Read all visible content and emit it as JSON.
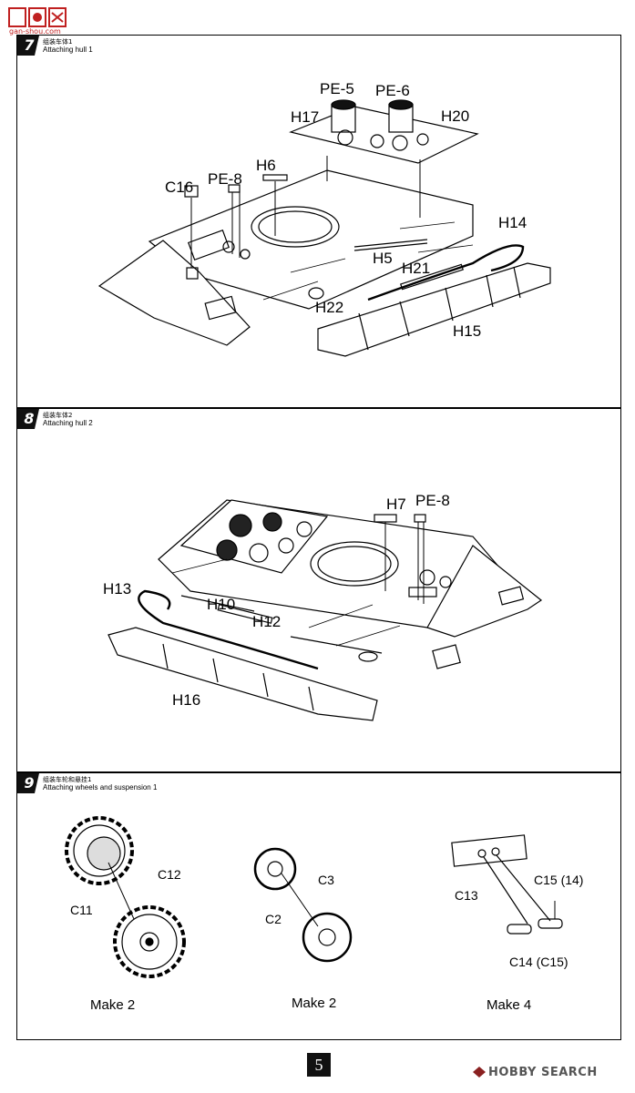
{
  "watermark": {
    "site": "gan-shou.com"
  },
  "steps": [
    {
      "number": "7",
      "title_cn": "组装车体1",
      "title_en": "Attaching hull 1",
      "labels": {
        "pe5": "PE-5",
        "pe6": "PE-6",
        "h17": "H17",
        "h20": "H20",
        "h6": "H6",
        "pe8": "PE-8",
        "c16": "C16",
        "h14": "H14",
        "h5": "H5",
        "h21": "H21",
        "h22": "H22",
        "h15": "H15"
      }
    },
    {
      "number": "8",
      "title_cn": "组装车体2",
      "title_en": "Attaching hull 2",
      "labels": {
        "h7": "H7",
        "pe8": "PE-8",
        "h13": "H13",
        "h10": "H10",
        "h12": "H12",
        "h16": "H16"
      }
    },
    {
      "number": "9",
      "title_cn": "组装车轮和悬挂1",
      "title_en": "Attaching wheels and suspension 1",
      "labels": {
        "c11": "C11",
        "c12": "C12",
        "c2": "C2",
        "c3": "C3",
        "c13": "C13",
        "c15": "C15 (14)",
        "c14": "C14 (C15)"
      },
      "make": [
        "Make 2",
        "Make 2",
        "Make 4"
      ]
    }
  ],
  "page_number": "5",
  "footer_brand": "HOBBY SEARCH"
}
